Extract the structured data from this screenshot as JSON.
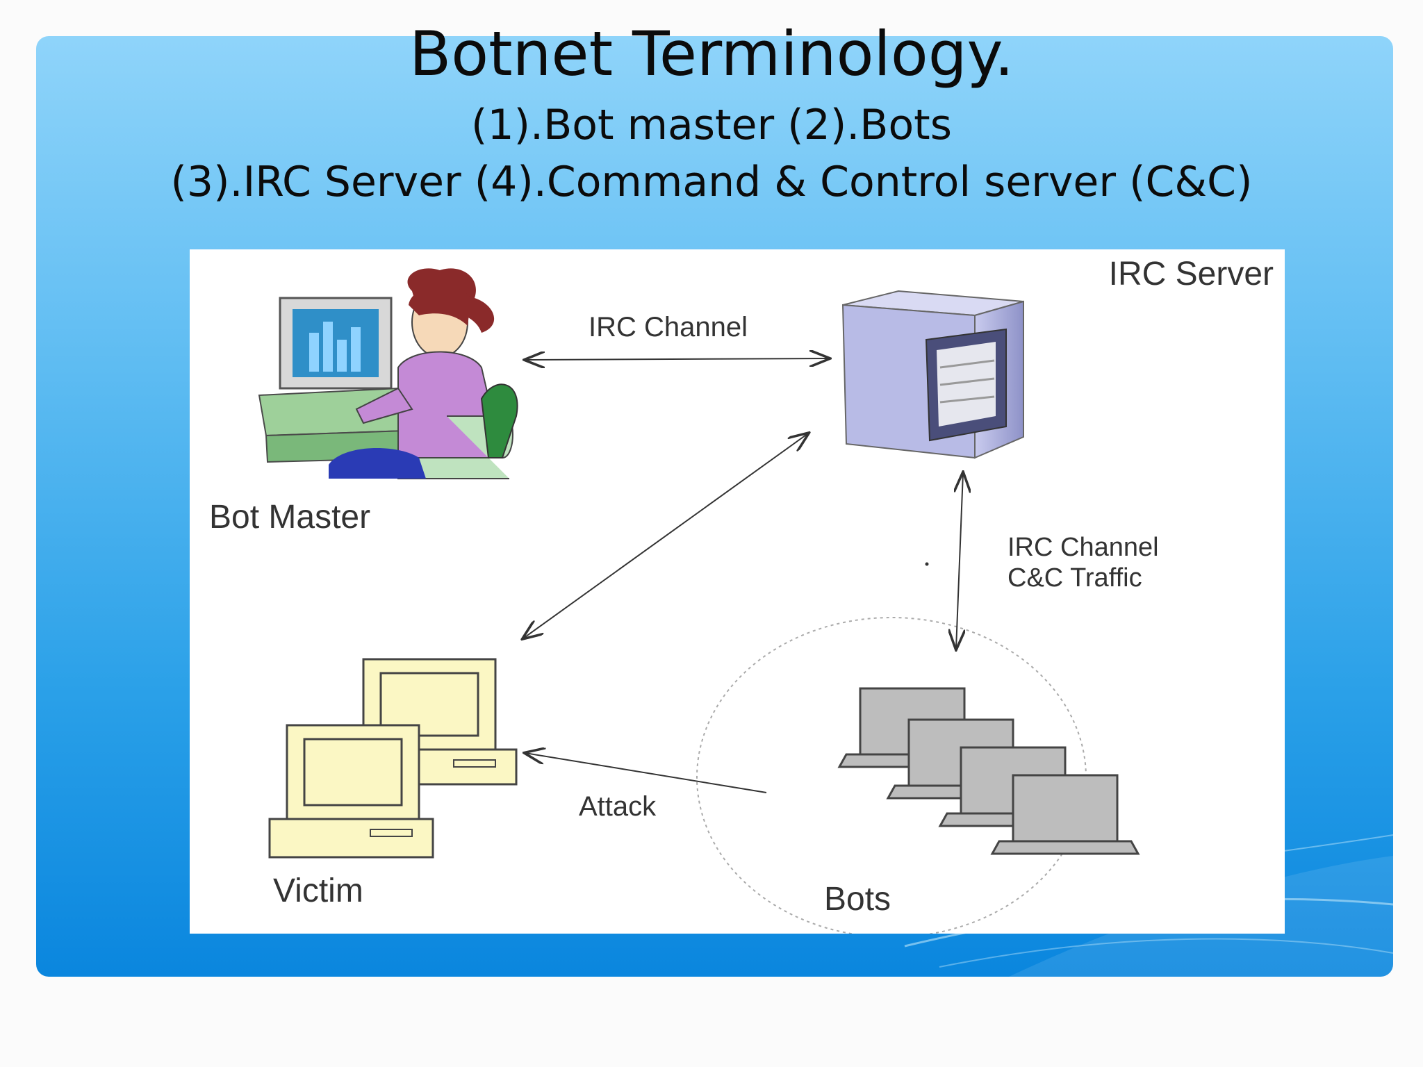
{
  "slide": {
    "title": "Botnet Terminology.",
    "subtitle_line1": "(1).Bot master (2).Bots",
    "subtitle_line2": "(3).IRC Server (4).Command & Control server (C&C)"
  },
  "diagram": {
    "irc_server_label": "IRC Server",
    "irc_channel_label": "IRC Channel",
    "bot_master_label": "Bot Master",
    "cc_label_line1": "IRC Channel",
    "cc_label_line2": "C&C Traffic",
    "attack_label": "Attack",
    "victim_label": "Victim",
    "bots_label": "Bots"
  },
  "colors": {
    "slide_top": "#8fd4fa",
    "slide_bottom": "#0a86de",
    "server_body": "#a9acd8",
    "victim_monitor": "#fbf7c4",
    "laptop_gray": "#bdbdbd",
    "bot_master_shirt": "#c48ad6",
    "bot_master_hair": "#8a2a2a"
  },
  "icons": [
    "bot-master-icon",
    "irc-server-icon",
    "victim-computers-icon",
    "bots-laptops-icon"
  ]
}
